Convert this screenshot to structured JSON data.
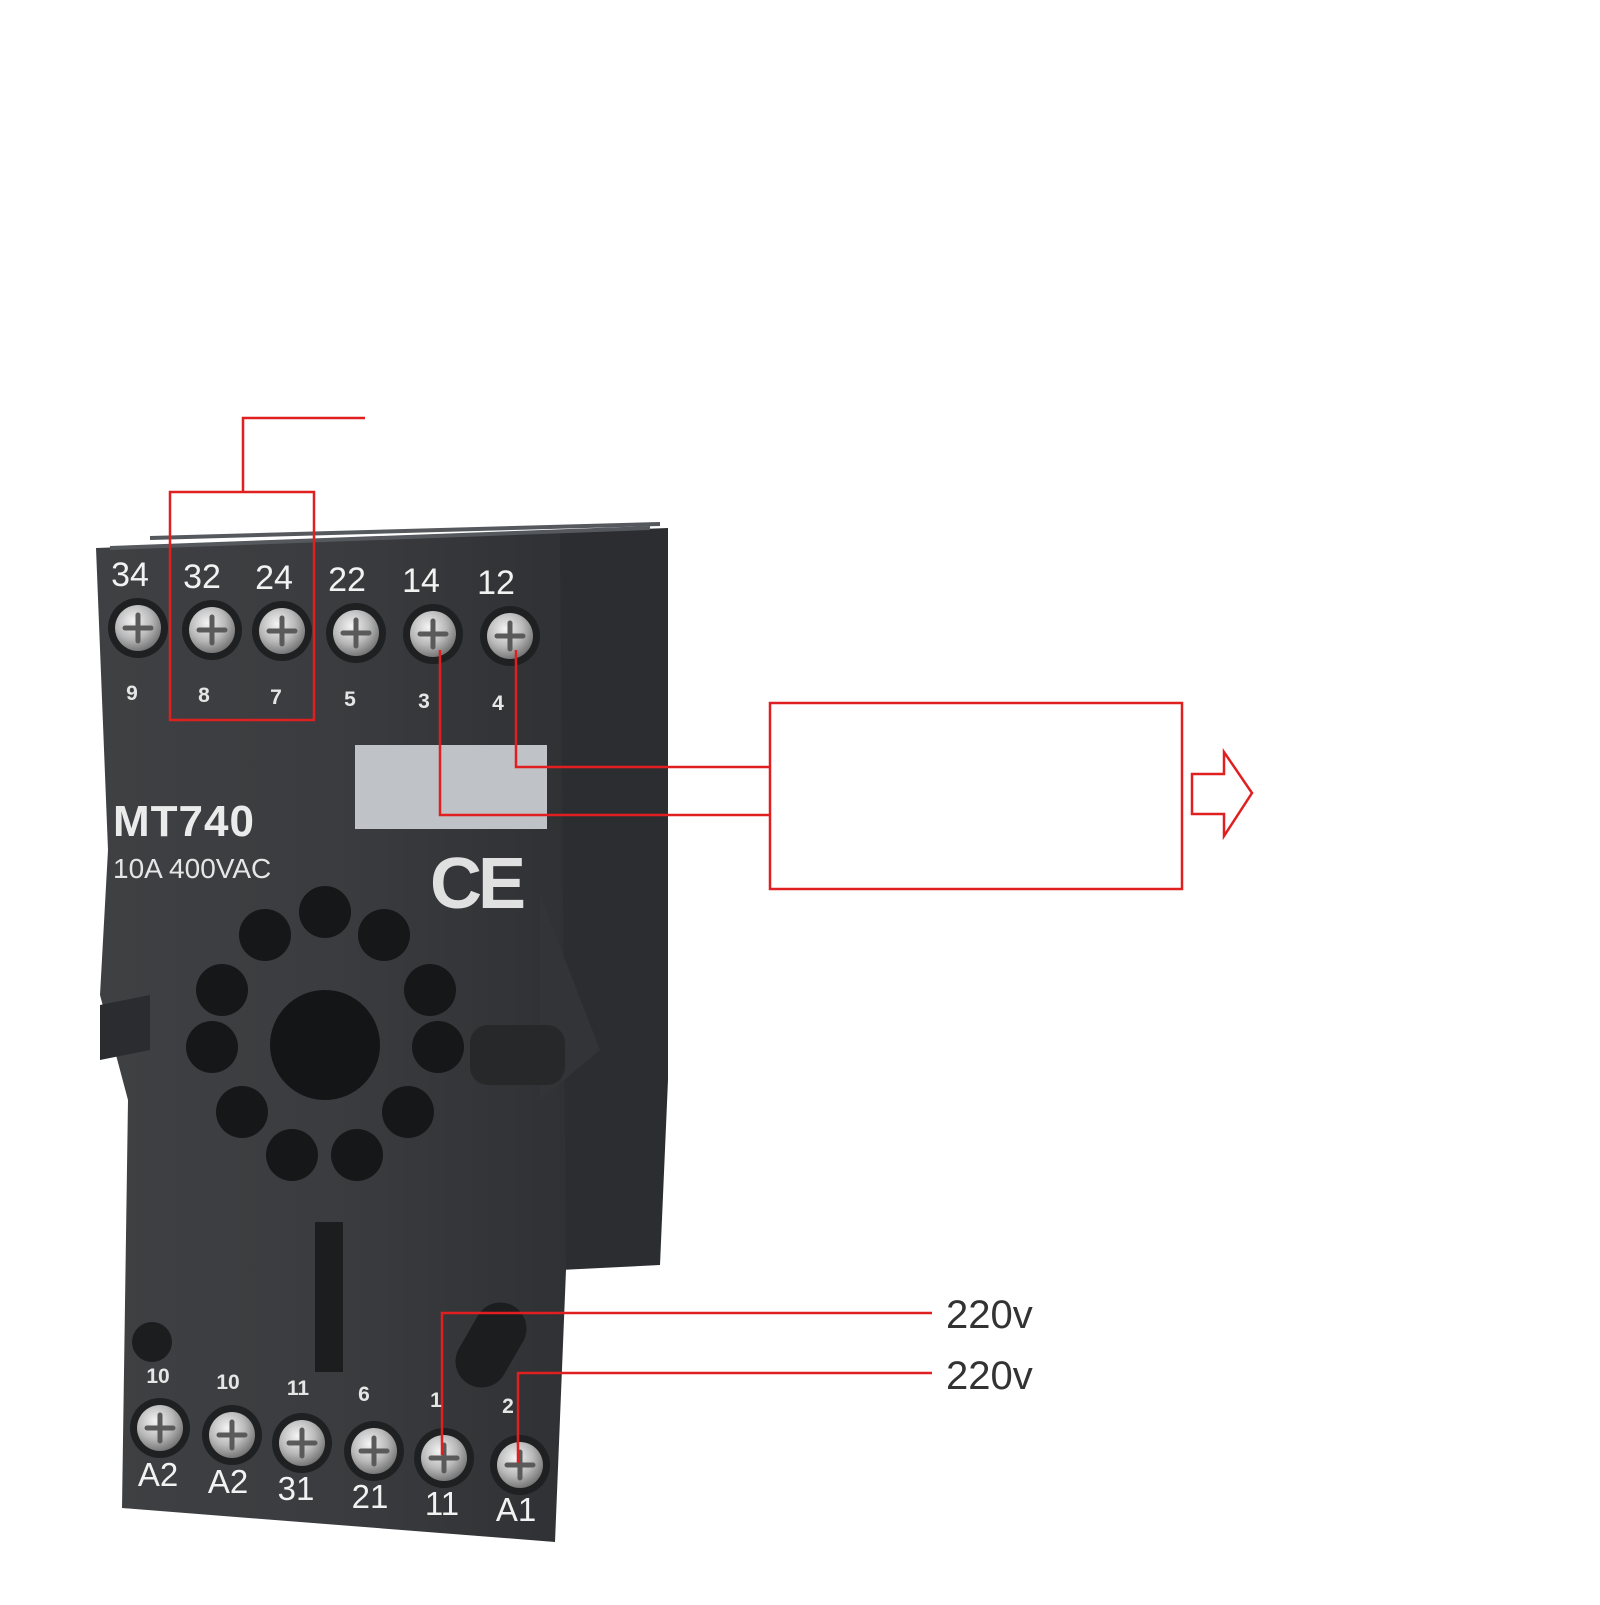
{
  "device": {
    "model": "MT740",
    "rating": "10A 400VAC",
    "certification": "CE",
    "body_color": "#3b3d40",
    "top_terminals": [
      {
        "label": "34",
        "pin": "9"
      },
      {
        "label": "32",
        "pin": "8"
      },
      {
        "label": "24",
        "pin": "7"
      },
      {
        "label": "22",
        "pin": "5"
      },
      {
        "label": "14",
        "pin": "3"
      },
      {
        "label": "12",
        "pin": "4"
      }
    ],
    "bottom_terminals": [
      {
        "pin": "10",
        "label": "A2"
      },
      {
        "pin": "10",
        "label": "A2"
      },
      {
        "pin": "11",
        "label": "31"
      },
      {
        "pin": "6",
        "label": "21"
      },
      {
        "pin": "1",
        "label": "11"
      },
      {
        "pin": "2",
        "label": "A1"
      }
    ]
  },
  "annotations": {
    "line_color": "#e02020",
    "supply_labels": [
      "220v",
      "220v"
    ]
  }
}
